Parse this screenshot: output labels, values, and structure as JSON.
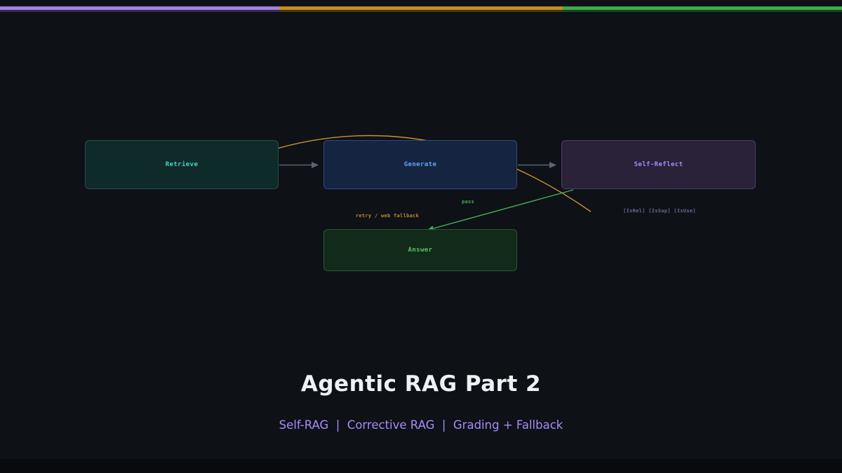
{
  "page": {
    "title": "Agentic RAG Part 2",
    "subtitle": "Self-RAG  |  Corrective RAG  |  Grading + Fallback"
  },
  "diagram": {
    "nodes": [
      {
        "id": "retrieve",
        "label": "Retrieve",
        "text_color": "#45d3c6",
        "bg": "#0e2b29",
        "border": "#1f524c"
      },
      {
        "id": "generate",
        "label": "Generate",
        "text_color": "#62a5f5",
        "bg": "#152440",
        "border": "#2c4c7c"
      },
      {
        "id": "self-reflect",
        "label": "Self-Reflect",
        "text_color": "#a78bfa",
        "bg": "#292239",
        "border": "#4a3f6b"
      },
      {
        "id": "answer",
        "label": "Answer",
        "text_color": "#53c465",
        "bg": "#122a19",
        "border": "#275a30"
      }
    ],
    "edge_labels": {
      "pass": "pass",
      "retry": "retry / web fallback",
      "reflection_tokens": "[IsRel] [IsSup] [IsUse]"
    }
  },
  "colors": {
    "background": "#0e1116",
    "letterbox": "#080a0e",
    "accent_purple": "#a585de",
    "accent_orange": "#c8901f",
    "accent_green": "#3fae4e",
    "connector_gray": "#5b6472",
    "edge_orange": "#c89233",
    "edge_green": "#3fae58",
    "title_text": "#eef1f5",
    "subtitle_text": "#a78bfa"
  }
}
